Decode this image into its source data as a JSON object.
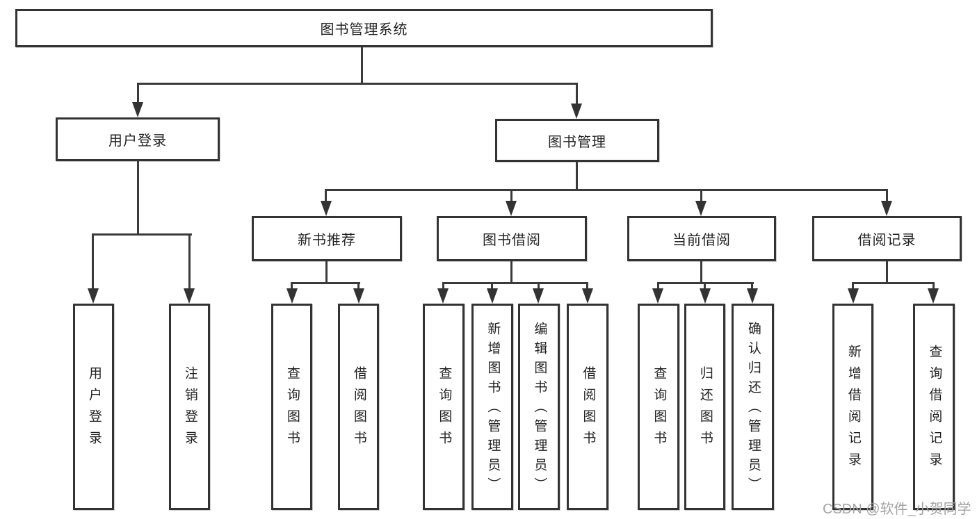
{
  "diagram_title": "图书管理系统",
  "watermark": "CSDN @软件_小贺同学",
  "colors": {
    "border": "#333333",
    "line": "#3a3a3a",
    "text": "#222222",
    "watermark": "#a3a3a3",
    "background": "#ffffff"
  },
  "nodes": {
    "root": "图书管理系统",
    "branches": [
      {
        "label": "用户登录",
        "leaves": [
          "用户登录",
          "注销登录"
        ]
      },
      {
        "label": "图书管理",
        "groups": [
          {
            "label": "新书推荐",
            "leaves": [
              "查询图书",
              "借阅图书"
            ]
          },
          {
            "label": "图书借阅",
            "leaves": [
              "查询图书",
              "新增图书（管理员）",
              "编辑图书（管理员）",
              "借阅图书"
            ]
          },
          {
            "label": "当前借阅",
            "leaves": [
              "查询图书",
              "归还图书",
              "确认归还（管理员）"
            ]
          },
          {
            "label": "借阅记录",
            "leaves": [
              "新增借阅记录",
              "查询借阅记录"
            ]
          }
        ]
      }
    ]
  }
}
